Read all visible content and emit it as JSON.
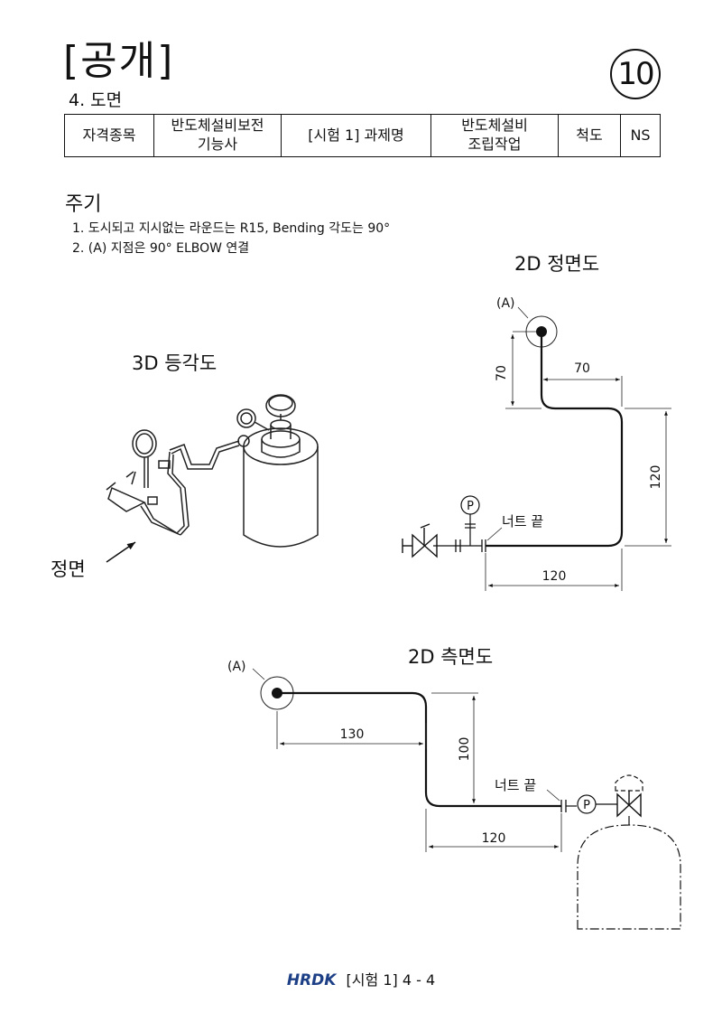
{
  "header": {
    "title": "[공개]",
    "page_number": "10",
    "subtitle": "4. 도면"
  },
  "info_table": {
    "qualification_label": "자격종목",
    "qualification_line1": "반도체설비보전",
    "qualification_line2": "기능사",
    "task_label": "[시험 1] 과제명",
    "task_line1": "반도체설비",
    "task_line2": "조립작업",
    "scale_label": "척도",
    "scale_value": "NS"
  },
  "notes": {
    "heading": "주기",
    "items": [
      "1. 도시되고 지시없는 라운드는 R15, Bending 각도는 90°",
      "2. (A) 지점은 90° ELBOW 연결"
    ]
  },
  "views": {
    "iso": {
      "title": "3D 등각도",
      "front_label": "정면"
    },
    "front": {
      "title": "2D 정면도",
      "point_label": "(A)",
      "dim_vertical_top": "70",
      "dim_horizontal_top": "70",
      "dim_vertical_right": "120",
      "dim_horizontal_bottom": "120",
      "gauge_label": "P",
      "nut_label": "너트 끝"
    },
    "side": {
      "title": "2D 측면도",
      "point_label": "(A)",
      "dim_horizontal_top": "130",
      "dim_vertical": "100",
      "dim_horizontal_bottom": "120",
      "gauge_label": "P",
      "nut_label": "너트 끝"
    }
  },
  "footer": {
    "logo": "HRDK",
    "text": "[시험 1] 4 - 4"
  }
}
